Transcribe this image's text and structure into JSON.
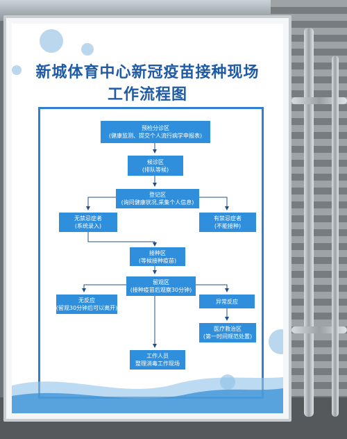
{
  "sign": {
    "title_line1": "新城体育中心新冠疫苗接种现场",
    "title_line2": "工作流程图"
  },
  "flow": {
    "precheck": {
      "name": "预检分诊区",
      "desc": "(健康监测、提交个人流行病学申报表)"
    },
    "waiting": {
      "name": "候诊区",
      "desc": "(排队等候)"
    },
    "registration": {
      "name": "登记区",
      "desc": "(询问健康状况,采集个人信息)"
    },
    "no_contraindication": {
      "name": "无禁忌症者",
      "desc": "(系统录入)"
    },
    "contraindication": {
      "name": "有禁忌症者",
      "desc": "(不能接种)"
    },
    "vaccination": {
      "name": "接种区",
      "desc": "(等候接种疫苗)"
    },
    "observation": {
      "name": "留观区",
      "desc": "(接种疫苗后观察30分钟)"
    },
    "no_reaction": {
      "name": "无反应",
      "desc": "(留观30分钟后可以离开)"
    },
    "abnormal_reaction": {
      "name": "异常反应",
      "desc": ""
    },
    "medical_rescue": {
      "name": "医疗救治区",
      "desc": "(第一时间规范处置)"
    },
    "staff": {
      "name": "工作人员",
      "desc": "整理消毒工作现场"
    }
  },
  "colors": {
    "node_fill": "#2f8fdc",
    "title_text": "#1f5aa6",
    "frame_border": "#2f7fd0",
    "arrow": "#1e4f8a"
  }
}
